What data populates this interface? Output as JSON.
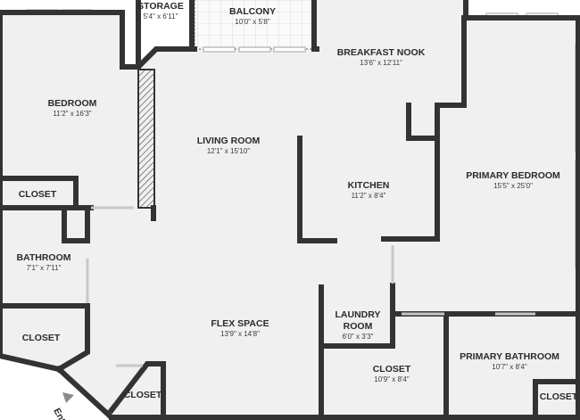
{
  "colors": {
    "wall": "#333333",
    "floor": "#f0f0f0",
    "balcony_floor": "#fafafa",
    "window": "#bfbfbf",
    "background": "#ffffff"
  },
  "icons": {
    "entry_marker": "triangle-icon"
  },
  "entry": {
    "label": "Entry"
  },
  "rooms": {
    "storage": {
      "name": "STORAGE",
      "dims": "5'4\" x 6'11\""
    },
    "balcony": {
      "name": "BALCONY",
      "dims": "10'0\" x 5'8\""
    },
    "breakfast_nook": {
      "name": "BREAKFAST NOOK",
      "dims": "13'6\" x 12'11\""
    },
    "bedroom": {
      "name": "BEDROOM",
      "dims": "11'2\" x 16'3\""
    },
    "living_room": {
      "name": "LIVING ROOM",
      "dims": "12'1\" x 15'10\""
    },
    "kitchen": {
      "name": "KITCHEN",
      "dims": "11'2\" x 8'4\""
    },
    "primary_bedroom": {
      "name": "PRIMARY BEDROOM",
      "dims": "15'5\" x 25'0\""
    },
    "bedroom_closet": {
      "name": "CLOSET"
    },
    "bathroom": {
      "name": "BATHROOM",
      "dims": "7'1\" x 7'11\""
    },
    "entry_closet": {
      "name": "CLOSET"
    },
    "flex_space": {
      "name": "FLEX SPACE",
      "dims": "13'9\" x 14'8\""
    },
    "laundry_room": {
      "name": "LAUNDRY",
      "name2": "ROOM",
      "dims": "6'0\" x 3'3\""
    },
    "hall_closet": {
      "name": "CLOSET",
      "dims": "10'9\" x 8'4\""
    },
    "primary_bathroom": {
      "name": "PRIMARY BATHROOM",
      "dims": "10'7\" x 8'4\""
    },
    "small_closet": {
      "name": "CLOSET"
    },
    "primary_closet": {
      "name": "CLOSET"
    }
  }
}
